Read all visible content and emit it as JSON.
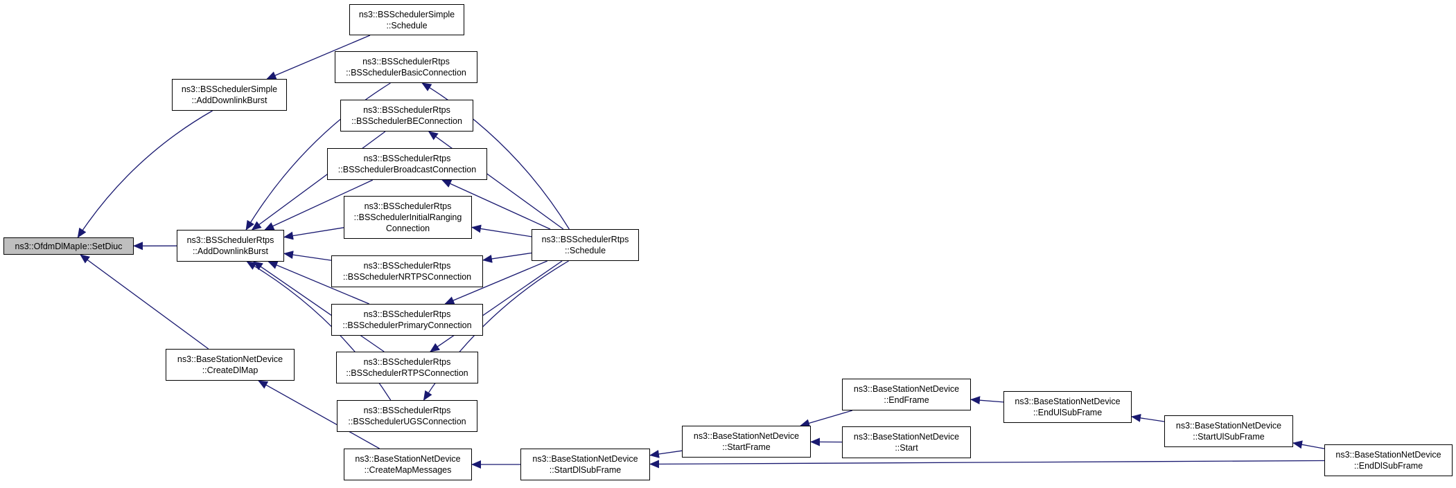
{
  "colors": {
    "edge": "#191970",
    "node_border": "#000000",
    "root_fill": "#bfbfbf",
    "node_fill": "#ffffff"
  },
  "nodes": {
    "setdiuc": [
      "ns3::OfdmDlMapIe::SetDiuc"
    ],
    "simple_addburst": [
      "ns3::BSSchedulerSimple",
      "::AddDownlinkBurst"
    ],
    "simple_schedule": [
      "ns3::BSSchedulerSimple",
      "::Schedule"
    ],
    "rtps_addburst": [
      "ns3::BSSchedulerRtps",
      "::AddDownlinkBurst"
    ],
    "rtps_basic": [
      "ns3::BSSchedulerRtps",
      "::BSSchedulerBasicConnection"
    ],
    "rtps_be": [
      "ns3::BSSchedulerRtps",
      "::BSSchedulerBEConnection"
    ],
    "rtps_broadcast": [
      "ns3::BSSchedulerRtps",
      "::BSSchedulerBroadcastConnection"
    ],
    "rtps_initial": [
      "ns3::BSSchedulerRtps",
      "::BSSchedulerInitialRanging",
      "Connection"
    ],
    "rtps_nrtps": [
      "ns3::BSSchedulerRtps",
      "::BSSchedulerNRTPSConnection"
    ],
    "rtps_primary": [
      "ns3::BSSchedulerRtps",
      "::BSSchedulerPrimaryConnection"
    ],
    "rtps_rtps": [
      "ns3::BSSchedulerRtps",
      "::BSSchedulerRTPSConnection"
    ],
    "rtps_ugs": [
      "ns3::BSSchedulerRtps",
      "::BSSchedulerUGSConnection"
    ],
    "rtps_schedule": [
      "ns3::BSSchedulerRtps",
      "::Schedule"
    ],
    "bs_createdlmap": [
      "ns3::BaseStationNetDevice",
      "::CreateDlMap"
    ],
    "bs_createmapmsgs": [
      "ns3::BaseStationNetDevice",
      "::CreateMapMessages"
    ],
    "bs_startdlsubframe": [
      "ns3::BaseStationNetDevice",
      "::StartDlSubFrame"
    ],
    "bs_startframe": [
      "ns3::BaseStationNetDevice",
      "::StartFrame"
    ],
    "bs_endframe": [
      "ns3::BaseStationNetDevice",
      "::EndFrame"
    ],
    "bs_start": [
      "ns3::BaseStationNetDevice",
      "::Start"
    ],
    "bs_endulsubframe": [
      "ns3::BaseStationNetDevice",
      "::EndUlSubFrame"
    ],
    "bs_startulsubframe": [
      "ns3::BaseStationNetDevice",
      "::StartUlSubFrame"
    ],
    "bs_enddlsubframe": [
      "ns3::BaseStationNetDevice",
      "::EndDlSubFrame"
    ]
  },
  "edges": [
    [
      "simple_addburst",
      "setdiuc"
    ],
    [
      "rtps_addburst",
      "setdiuc"
    ],
    [
      "bs_createdlmap",
      "setdiuc"
    ],
    [
      "simple_schedule",
      "simple_addburst"
    ],
    [
      "rtps_basic",
      "rtps_addburst"
    ],
    [
      "rtps_be",
      "rtps_addburst"
    ],
    [
      "rtps_broadcast",
      "rtps_addburst"
    ],
    [
      "rtps_initial",
      "rtps_addburst"
    ],
    [
      "rtps_nrtps",
      "rtps_addburst"
    ],
    [
      "rtps_primary",
      "rtps_addburst"
    ],
    [
      "rtps_rtps",
      "rtps_addburst"
    ],
    [
      "rtps_ugs",
      "rtps_addburst"
    ],
    [
      "rtps_schedule",
      "rtps_basic"
    ],
    [
      "rtps_schedule",
      "rtps_be"
    ],
    [
      "rtps_schedule",
      "rtps_broadcast"
    ],
    [
      "rtps_schedule",
      "rtps_initial"
    ],
    [
      "rtps_schedule",
      "rtps_nrtps"
    ],
    [
      "rtps_schedule",
      "rtps_primary"
    ],
    [
      "rtps_schedule",
      "rtps_rtps"
    ],
    [
      "rtps_schedule",
      "rtps_ugs"
    ],
    [
      "bs_createmapmsgs",
      "bs_createdlmap"
    ],
    [
      "bs_startdlsubframe",
      "bs_createmapmsgs"
    ],
    [
      "bs_startframe",
      "bs_startdlsubframe"
    ],
    [
      "bs_enddlsubframe",
      "bs_startdlsubframe"
    ],
    [
      "bs_endframe",
      "bs_startframe"
    ],
    [
      "bs_start",
      "bs_startframe"
    ],
    [
      "bs_endulsubframe",
      "bs_endframe"
    ],
    [
      "bs_startulsubframe",
      "bs_endulsubframe"
    ],
    [
      "bs_enddlsubframe",
      "bs_startulsubframe"
    ]
  ]
}
